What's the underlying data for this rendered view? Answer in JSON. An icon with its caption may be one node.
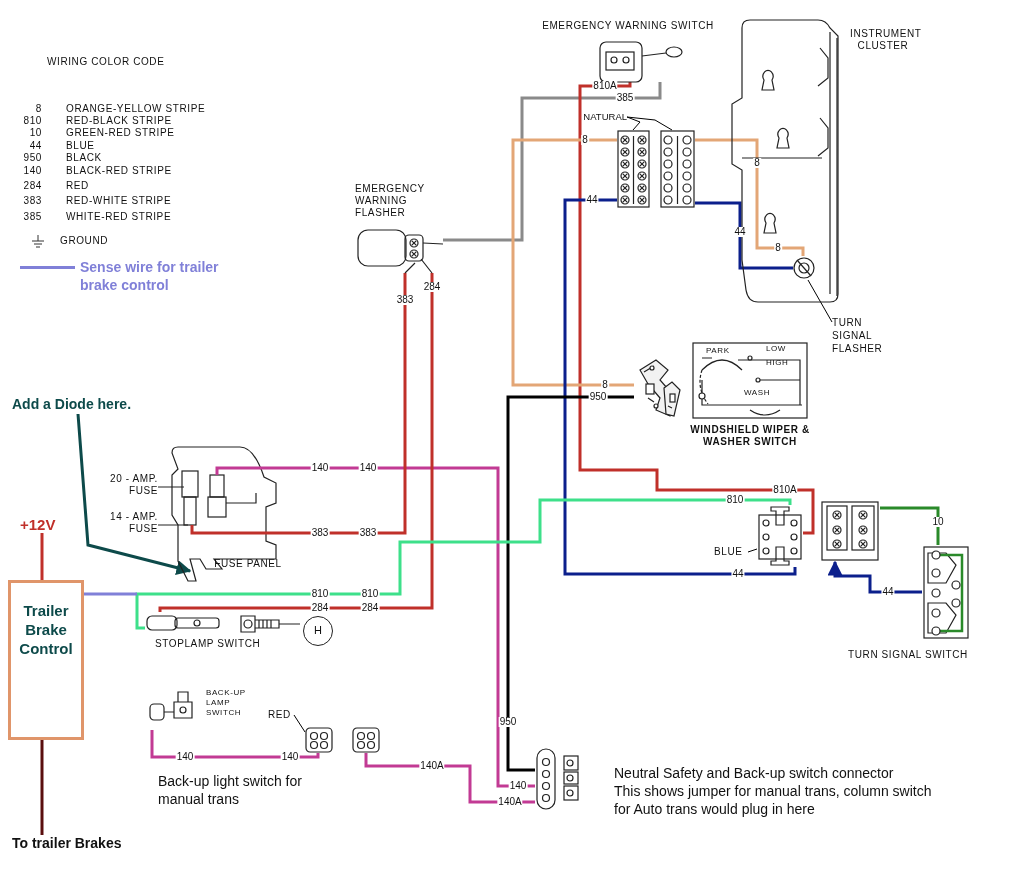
{
  "diagram": {
    "nodes": [
      {
        "text": [
          "EMERGENCY WARNING SWITCH"
        ]
      },
      {
        "text": [
          "INSTRUMENT CLUSTER"
        ]
      },
      {
        "text": [],
        "shape": "picture",
        "in": 1
      },
      {
        "text": [
          "TURN SIGNAL FLASHER"
        ]
      },
      {
        "text": [
          "NATURAL"
        ]
      },
      {
        "text": [],
        "shape": "picture"
      },
      {
        "text": [],
        "shape": "picture"
      },
      {
        "text": [
          "EMERGENCY WARNING FLASHER"
        ]
      },
      {
        "text": [
          "PARK",
          "LOW",
          "HIGH",
          "WASH",
          "WINDSHIELD WIPER & WASHER SWITCH"
        ]
      },
      {
        "text": [],
        "shape": "picture"
      },
      {
        "text": [
          "20 - AMP. FUSE",
          "14 - AMP. FUSE",
          "FUSE PANEL"
        ]
      },
      {
        "text": [
          "+12V"
        ]
      },
      {
        "text": [
          "Trailer Brake Control"
        ]
      },
      {
        "text": [
          "To trailer Brakes"
        ]
      },
      {
        "text": [
          "Add a Diode here."
        ]
      },
      {
        "text": [
          "STOPLAMP SWITCH"
        ]
      },
      {
        "text": [
          "H"
        ]
      },
      {
        "text": [],
        "shape": "picture"
      },
      {
        "text": [
          "BLUE"
        ]
      },
      {
        "text": [],
        "shape": "picture"
      },
      {
        "text": [
          "TURN SIGNAL SWITCH"
        ]
      },
      {
        "text": [
          "BACK-UP LAMP SWITCH"
        ]
      },
      {
        "text": [
          "RED"
        ]
      },
      {
        "text": [],
        "shape": "picture"
      },
      {
        "text": [],
        "shape": "picture"
      },
      {
        "text": [],
        "shape": "picture"
      },
      {
        "text": [],
        "shape": "picture"
      }
    ],
    "edges": [
      {
        "from": 0,
        "to": 7,
        "arrow": "none",
        "label": "385",
        "color": "#8a8a8a"
      },
      {
        "from": 0,
        "to": 17,
        "arrow": "none",
        "label": "810A",
        "color": "#c0302a"
      },
      {
        "from": 5,
        "to": 9,
        "arrow": "none",
        "label": "8",
        "color": "#e3a676"
      },
      {
        "from": 6,
        "to": 2,
        "arrow": "none",
        "label": "8",
        "color": "#e3a676"
      },
      {
        "from": 5,
        "to": 17,
        "arrow": "none",
        "label": "44",
        "color": "#0b1f8c"
      },
      {
        "from": 6,
        "to": 2,
        "arrow": "none",
        "label": "44",
        "color": "#0b1f8c"
      },
      {
        "from": 9,
        "to": 25,
        "arrow": "none",
        "label": "950",
        "color": "#000000"
      },
      {
        "from": 10,
        "to": 25,
        "arrow": "none",
        "label": "140",
        "color": "#c23a94"
      },
      {
        "from": 10,
        "to": 7,
        "arrow": "none",
        "label": "383",
        "color": "#c0302a"
      },
      {
        "from": 15,
        "to": 7,
        "arrow": "none",
        "label": "284",
        "color": "#c0302a"
      },
      {
        "from": 15,
        "to": 17,
        "arrow": "none",
        "label": "810",
        "color": "#3de08a"
      },
      {
        "from": 12,
        "to": null,
        "arrow": "none",
        "color": "#8080d8"
      },
      {
        "from": 19,
        "to": 20,
        "arrow": "none",
        "label": "10",
        "color": "#2a8a2a"
      },
      {
        "from": 20,
        "to": 19,
        "arrow": "to",
        "label": "44",
        "color": "#0b1f8c"
      },
      {
        "from": 21,
        "to": 23,
        "arrow": "none",
        "label": "140",
        "color": "#c23a94"
      },
      {
        "from": 24,
        "to": 25,
        "arrow": "none",
        "label": "140A",
        "color": "#c23a94"
      },
      {
        "from": 11,
        "to": 12,
        "arrow": "none",
        "color": "#c0302a"
      },
      {
        "from": 12,
        "to": 13,
        "arrow": "none",
        "color": "#5a0e0e"
      },
      {
        "from": 14,
        "to": 10,
        "arrow": "to",
        "color": "#0d4a4a"
      },
      {
        "from": 4,
        "to": 5,
        "arrow": "none"
      },
      {
        "from": 4,
        "to": 6,
        "arrow": "none"
      },
      {
        "from": 18,
        "to": 17,
        "arrow": "none"
      },
      {
        "from": 22,
        "to": 23,
        "arrow": "none"
      },
      {
        "from": 3,
        "to": 2,
        "arrow": "none"
      }
    ],
    "labels": [
      "WIRING COLOR CODE",
      "8",
      "ORANGE-YELLOW STRIPE",
      "810",
      "RED-BLACK STRIPE",
      "10",
      "GREEN-RED STRIPE",
      "44",
      "BLUE",
      "950",
      "BLACK",
      "140",
      "BLACK-RED STRIPE",
      "284",
      "RED",
      "383",
      "RED-WHITE STRIPE",
      "385",
      "WHITE-RED STRIPE",
      "810A",
      "8",
      "8",
      "44",
      "950",
      "140",
      "140",
      "383",
      "383",
      "284",
      "284",
      "810",
      "810",
      "140",
      "140A",
      "Back-up light switch for manual trans",
      "Neutral Safety and Back-up switch connector",
      "This shows jumper for manual trans, column switch for Auto trans would plug in here"
    ],
    "legend": [
      {
        "text": "GROUND"
      },
      {
        "text": "Sense wire for trailer brake control",
        "color": "#8080d8"
      }
    ]
  }
}
